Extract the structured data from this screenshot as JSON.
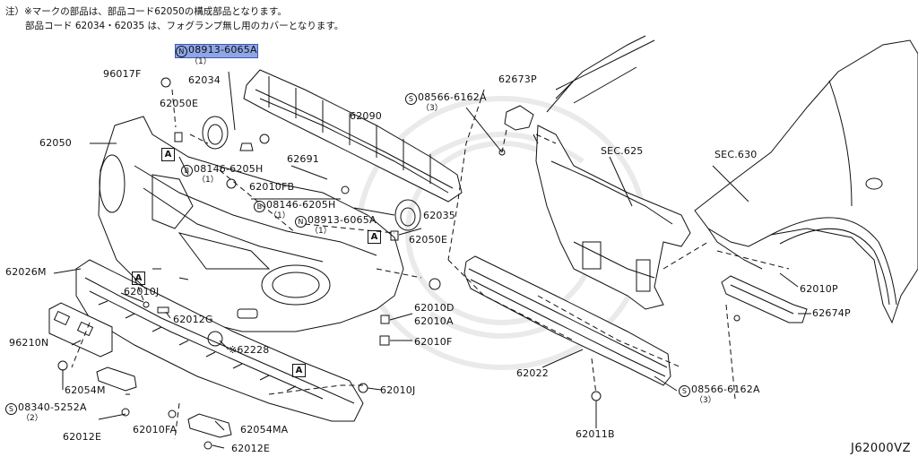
{
  "notes": {
    "line1": "注）※マークの部品は、部品コード62050の構成部品となります。",
    "line2": "部品コード 62034・62035 は、フォグランプ無し用のカバーとなります。"
  },
  "callouts": [
    {
      "id": "p08913_top",
      "text": "08913-6065A",
      "prefix": "N",
      "qty": "（1）",
      "highlight": true
    },
    {
      "id": "p96017F",
      "text": "96017F"
    },
    {
      "id": "p62034",
      "text": "62034"
    },
    {
      "id": "p62050E_l",
      "text": "62050E"
    },
    {
      "id": "p62050",
      "text": "62050"
    },
    {
      "id": "p08146_a",
      "text": "08146-6205H",
      "prefix": "B",
      "qty": "（1）"
    },
    {
      "id": "p62691",
      "text": "62691"
    },
    {
      "id": "p62010FB",
      "text": "62010FB"
    },
    {
      "id": "p62090",
      "text": "62090"
    },
    {
      "id": "p08146_b",
      "text": "08146-6205H",
      "prefix": "B",
      "qty": "（1）"
    },
    {
      "id": "p08913_b",
      "text": "08913-6065A",
      "prefix": "N",
      "qty": "（1）"
    },
    {
      "id": "p62035",
      "text": "62035"
    },
    {
      "id": "p62050E_r",
      "text": "62050E"
    },
    {
      "id": "p62026M",
      "text": "62026M"
    },
    {
      "id": "p62010J_l",
      "text": "62010J"
    },
    {
      "id": "p62012G",
      "text": "62012G"
    },
    {
      "id": "p96210N",
      "text": "96210N"
    },
    {
      "id": "p62228",
      "text": "※62228"
    },
    {
      "id": "p62010D",
      "text": "62010D"
    },
    {
      "id": "p62010A",
      "text": "62010A"
    },
    {
      "id": "p62010F",
      "text": "62010F"
    },
    {
      "id": "p62054M",
      "text": "62054M"
    },
    {
      "id": "p08340",
      "text": "08340-5252A",
      "prefix": "S",
      "qty": "（2）"
    },
    {
      "id": "p62012E_l",
      "text": "62012E"
    },
    {
      "id": "p62010FA",
      "text": "62010FA"
    },
    {
      "id": "p62054MA",
      "text": "62054MA"
    },
    {
      "id": "p62012E_b",
      "text": "62012E"
    },
    {
      "id": "p62010J_r",
      "text": "62010J"
    },
    {
      "id": "p62022",
      "text": "62022"
    },
    {
      "id": "p62011B",
      "text": "62011B"
    },
    {
      "id": "p62673P",
      "text": "62673P"
    },
    {
      "id": "p08566_top",
      "text": "08566-6162A",
      "prefix": "S",
      "qty": "（3）"
    },
    {
      "id": "pSEC625",
      "text": "SEC.625"
    },
    {
      "id": "pSEC630",
      "text": "SEC.630"
    },
    {
      "id": "p62010P",
      "text": "62010P"
    },
    {
      "id": "p62674P",
      "text": "62674P"
    },
    {
      "id": "p08566_bot",
      "text": "08566-6162A",
      "prefix": "S",
      "qty": "（3）"
    }
  ],
  "view_markers": [
    {
      "id": "A1",
      "text": "A"
    },
    {
      "id": "A2",
      "text": "A"
    },
    {
      "id": "A3",
      "text": "A"
    },
    {
      "id": "A4",
      "text": "A"
    }
  ],
  "ref_code": "J62000VZ",
  "colors": {
    "line": "#111111",
    "highlight": "#8fa6e6",
    "watermark": "#e6e6e6"
  }
}
